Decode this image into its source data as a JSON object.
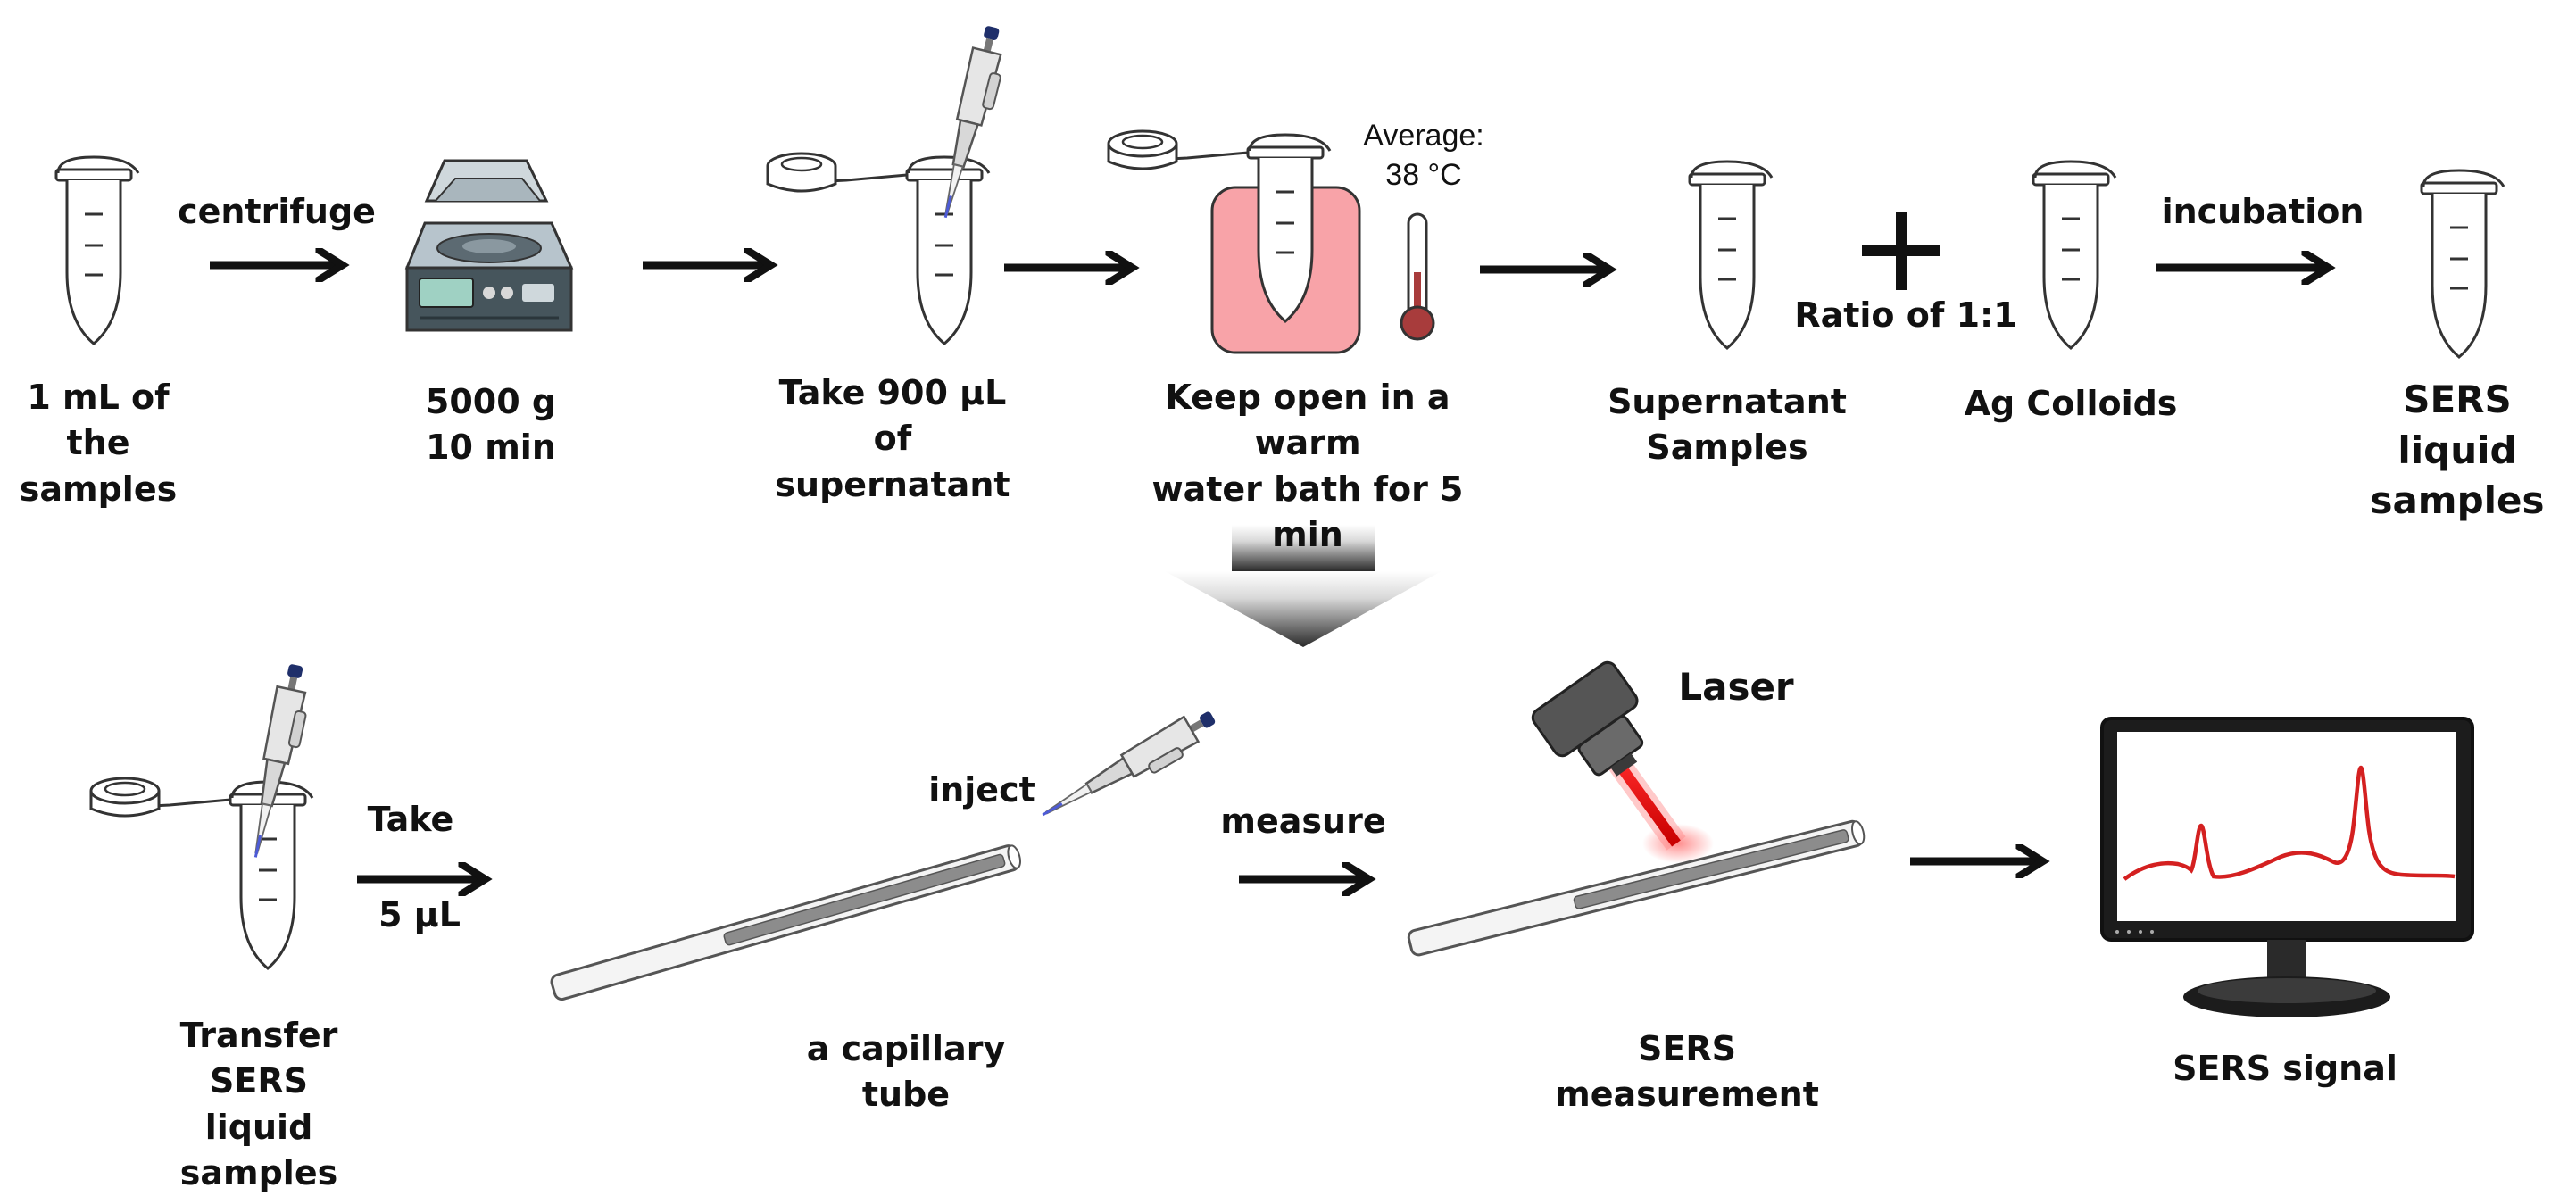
{
  "top_row": {
    "step1": "1 mL of the\nsamples",
    "arrow1": "centrifuge",
    "step2": "5000 g\n10 min",
    "step3": "Take 900 µL of\nsupernatant",
    "temperature": "Average:\n38 °C",
    "step4": "Keep open in a warm\nwater bath for 5 min",
    "step5": "Supernatant\nSamples",
    "ratio": "Ratio of 1:1",
    "step6": "Ag Colloids",
    "arrow6": "incubation",
    "step7": "SERS liquid\nsamples"
  },
  "bottom_row": {
    "step1": "Transfer SERS\nliquid samples",
    "take": "Take",
    "volume": "5 µL",
    "inject": "inject",
    "step2": "a capillary tube",
    "measure": "measure",
    "laser": "Laser",
    "step3": "SERS measurement",
    "step4": "SERS signal"
  },
  "colors": {
    "ink": "#111111",
    "sample_liquid": "#b8cdea",
    "bath": "#f8a3a8",
    "laser": "#e02020",
    "signal": "#d42020",
    "ag_colloid": "#5a5a5a"
  }
}
